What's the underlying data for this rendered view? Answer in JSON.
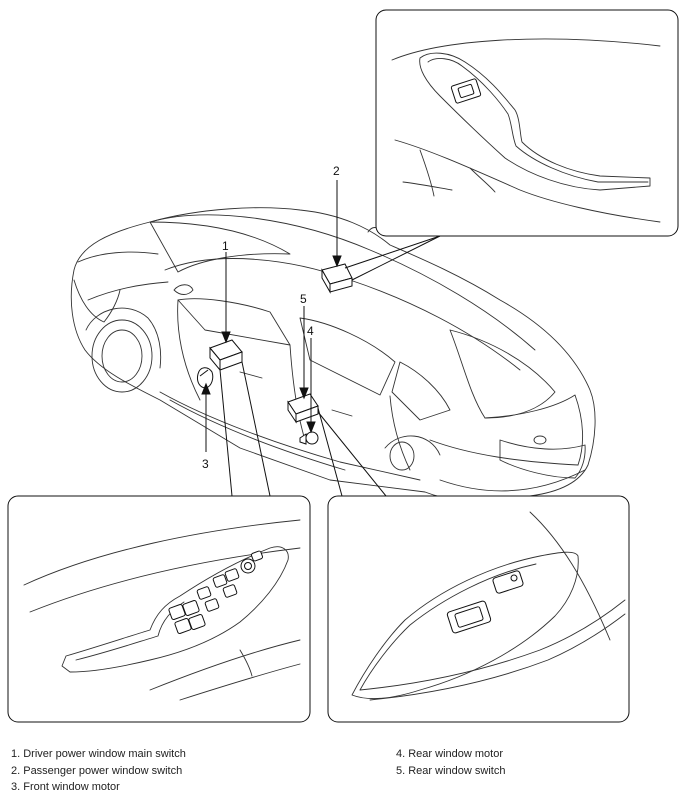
{
  "callouts": {
    "n1": "1",
    "n2": "2",
    "n3": "3",
    "n4": "4",
    "n5": "5"
  },
  "legend": {
    "left": [
      "1. Driver power window main switch",
      "2. Passenger power window switch",
      "3. Front window motor"
    ],
    "right": [
      "4. Rear window motor",
      "5. Rear window switch"
    ]
  }
}
